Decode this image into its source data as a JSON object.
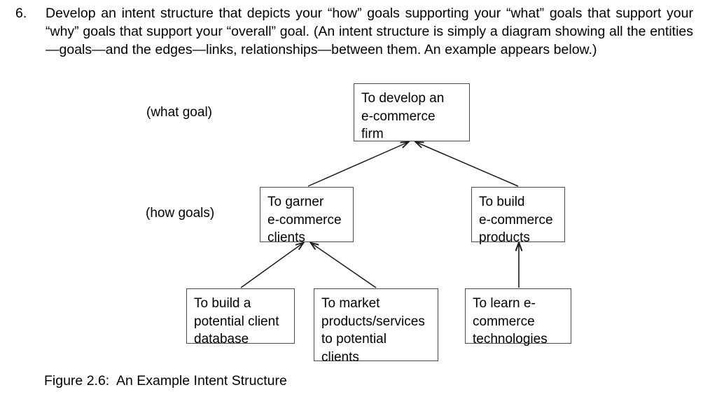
{
  "question": {
    "number": "6.",
    "text": "Develop an intent structure that depicts your “how” goals supporting your “what” goals that support your “why” goals that support your “overall” goal.  (An intent structure is simply a diagram showing all the entities—goals—and the edges—links, relationships—between them.  An example appears below.)"
  },
  "diagram": {
    "level_labels": {
      "what": "(what goal)",
      "how": "(how goals)"
    },
    "nodes": {
      "overall": {
        "id": "to-develop-an-e-commerce-firm",
        "lines": [
          "To develop an",
          "e-commerce",
          "firm"
        ],
        "text": "To develop an e-commerce firm"
      },
      "garner": {
        "id": "to-garner-e-commerce-clients",
        "lines": [
          "To garner",
          "e-commerce",
          "clients"
        ],
        "text": "To garner e-commerce clients"
      },
      "products": {
        "id": "to-build-e-commerce-products",
        "lines": [
          "To build",
          "e-commerce",
          "products"
        ],
        "text": "To build e-commerce products"
      },
      "database": {
        "id": "to-build-a-potential-client-database",
        "lines": [
          "To build a",
          "potential client",
          "database"
        ],
        "text": "To build a potential client database"
      },
      "market": {
        "id": "to-market-products-services-to-potential-clients",
        "lines": [
          "To market",
          "products/services",
          "to potential",
          "clients"
        ],
        "text": "To market products/services to potential clients"
      },
      "learn": {
        "id": "to-learn-e-commerce-technologies",
        "lines": [
          "To learn e-",
          "commerce",
          "technologies"
        ],
        "text": "To learn e-commerce technologies"
      }
    },
    "edges": [
      {
        "from": "garner",
        "to": "overall",
        "style": "arrow"
      },
      {
        "from": "products",
        "to": "overall",
        "style": "arrow"
      },
      {
        "from": "database",
        "to": "garner",
        "style": "arrow"
      },
      {
        "from": "market",
        "to": "garner",
        "style": "arrow"
      },
      {
        "from": "learn",
        "to": "products",
        "style": "arrow"
      }
    ],
    "colors": {
      "box_border": "#4a4a4a",
      "edge": "#1a1a1a",
      "text": "#000000",
      "background": "#ffffff"
    }
  },
  "caption": {
    "text": "Figure 2.6:  An Example Intent Structure"
  }
}
